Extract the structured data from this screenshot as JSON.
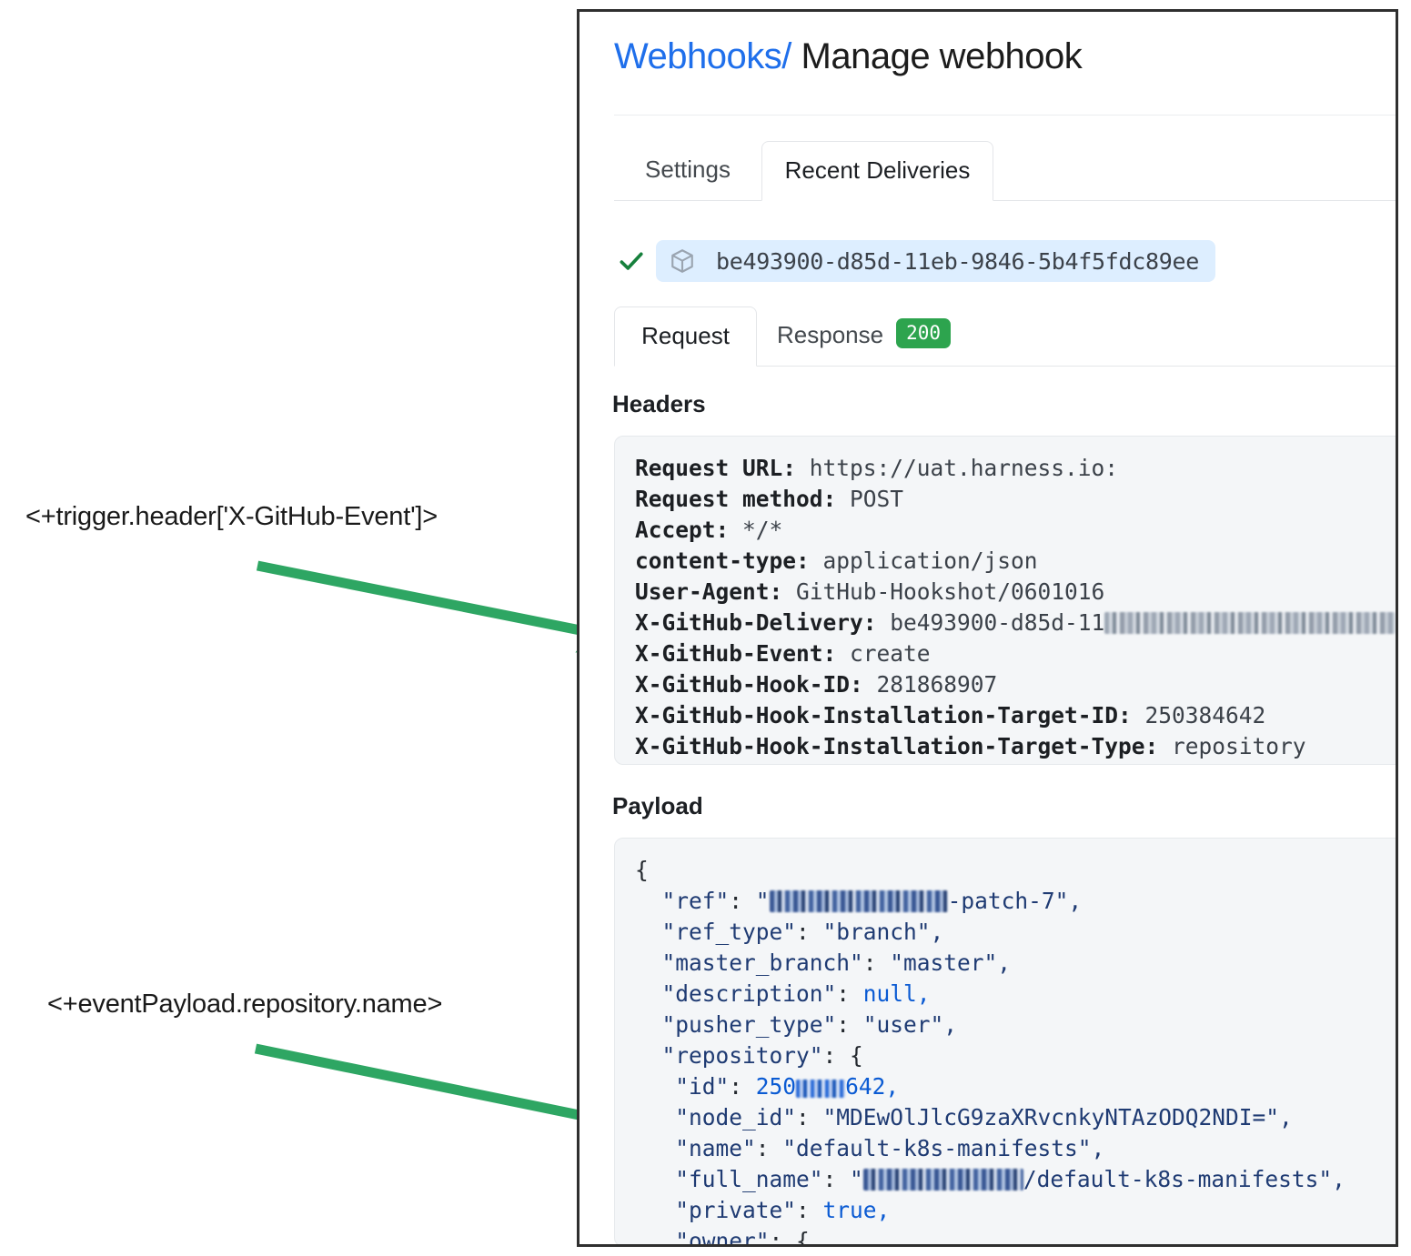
{
  "annotations": [
    {
      "text": "<+trigger.header['X-GitHub-Event']>",
      "name": "annotation-trigger-header"
    },
    {
      "text": "<+eventPayload.repository.name>",
      "name": "annotation-event-payload"
    }
  ],
  "colors": {
    "arrow_green": "#2ea663",
    "link_blue": "#1f6feb",
    "badge_green": "#2da44e",
    "pill_blue": "#ddeeff",
    "code_bg": "#f4f6f8"
  },
  "page": {
    "title_link": "Webhooks",
    "title_separator": "/",
    "title_current": "Manage webhook"
  },
  "tabs": [
    {
      "label": "Settings",
      "active": false
    },
    {
      "label": "Recent Deliveries",
      "active": true
    }
  ],
  "delivery": {
    "status_icon": "check-icon",
    "package_icon": "package-icon",
    "id": "be493900-d85d-11eb-9846-5b4f5fdc89ee"
  },
  "request_response_tabs": [
    {
      "label": "Request",
      "active": true,
      "badge": null
    },
    {
      "label": "Response",
      "active": false,
      "badge": "200"
    }
  ],
  "headers": {
    "label": "Headers",
    "lines": [
      {
        "key": "Request URL:",
        "value": " https://uat.harness.io:"
      },
      {
        "key": "Request method:",
        "value": " POST"
      },
      {
        "key": "Accept:",
        "value": " */*"
      },
      {
        "key": "content-type:",
        "value": " application/json"
      },
      {
        "key": "User-Agent:",
        "value": " GitHub-Hookshot/0601016"
      },
      {
        "key": "X-GitHub-Delivery:",
        "value": " be493900-d85d-11",
        "redacted": true
      },
      {
        "key": "X-GitHub-Event:",
        "value": " create"
      },
      {
        "key": "X-GitHub-Hook-ID:",
        "value": " 281868907"
      },
      {
        "key": "X-GitHub-Hook-Installation-Target-ID:",
        "value": " 250384642"
      },
      {
        "key": "X-GitHub-Hook-Installation-Target-Type:",
        "value": " repository"
      }
    ]
  },
  "payload": {
    "label": "Payload",
    "lines": [
      {
        "indent": 0,
        "text": "{"
      },
      {
        "indent": 1,
        "key": "\"ref\"",
        "value_prefix": "\"",
        "redacted": "blue",
        "value_suffix": "-patch-7\",",
        "type": "str"
      },
      {
        "indent": 1,
        "key": "\"ref_type\"",
        "value": "\"branch\",",
        "type": "str"
      },
      {
        "indent": 1,
        "key": "\"master_branch\"",
        "value": "\"master\",",
        "type": "str"
      },
      {
        "indent": 1,
        "key": "\"description\"",
        "value": "null,",
        "type": "lit"
      },
      {
        "indent": 1,
        "key": "\"pusher_type\"",
        "value": "\"user\",",
        "type": "str"
      },
      {
        "indent": 1,
        "key": "\"repository\"",
        "value": "{",
        "type": "pun"
      },
      {
        "indent": 2,
        "key": "\"id\"",
        "value_prefix": "250",
        "redacted": "num",
        "value_suffix": "642,",
        "type": "num"
      },
      {
        "indent": 2,
        "key": "\"node_id\"",
        "value": "\"MDEwOlJlcG9zaXRvcnkyNTAzODQ2NDI=\",",
        "type": "str"
      },
      {
        "indent": 2,
        "key": "\"name\"",
        "value": "\"default-k8s-manifests\",",
        "type": "str"
      },
      {
        "indent": 2,
        "key": "\"full_name\"",
        "value_prefix": "\"",
        "redacted": "blue",
        "value_suffix": "/default-k8s-manifests\",",
        "type": "str"
      },
      {
        "indent": 2,
        "key": "\"private\"",
        "value": "true,",
        "type": "lit"
      },
      {
        "indent": 2,
        "key": "\"owner\"",
        "value": "{",
        "type": "pun"
      }
    ]
  }
}
